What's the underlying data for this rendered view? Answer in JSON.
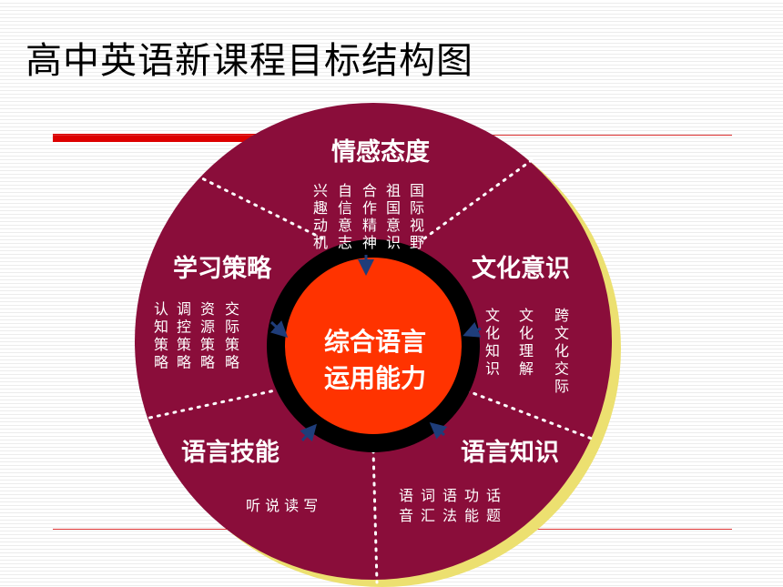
{
  "title": "高中英语新课程目标结构图",
  "colors": {
    "outer": "#8a0d3a",
    "outer_shadow": "#ece070",
    "ring": "#000000",
    "core": "#ff3300",
    "accent_bar": "#dd0000",
    "text": "#ffffff"
  },
  "core": {
    "line1": "综合语言",
    "line2": "运用能力"
  },
  "segments": [
    {
      "name": "emotion",
      "label": "情感态度",
      "columns": [
        "兴趣动机",
        "自信意志",
        "合作精神",
        "祖国意识",
        "国际视野"
      ]
    },
    {
      "name": "culture",
      "label": "文化意识",
      "columns": [
        "文化知识",
        "文化理解",
        "跨文化交际"
      ]
    },
    {
      "name": "knowledge",
      "label": "语言知识",
      "columns": [
        "语词语功话",
        "音汇法能题"
      ]
    },
    {
      "name": "skills",
      "label": "语言技能",
      "columns": [
        "听 说 读 写"
      ]
    },
    {
      "name": "strategy",
      "label": "学习策略",
      "columns": [
        "认知策略",
        "调控策略",
        "资源策略",
        "交际策略"
      ]
    }
  ]
}
